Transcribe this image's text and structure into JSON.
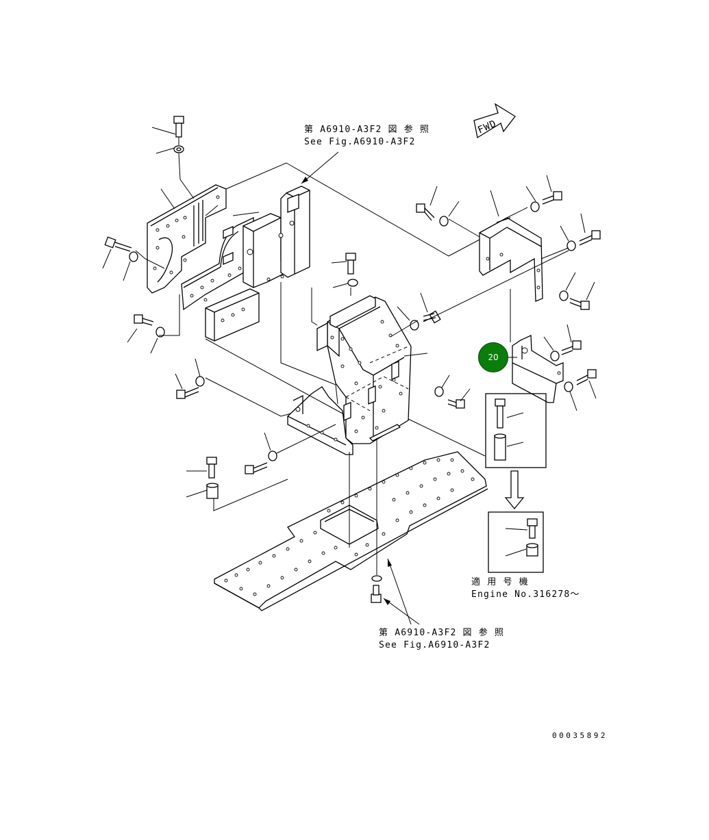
{
  "references": {
    "top": {
      "line_jp": "第 A6910-A3F2 図 参 照",
      "line_en": "See Fig.A6910-A3F2"
    },
    "bottom": {
      "line_jp": "第 A6910-A3F2 図 参 照",
      "line_en": "See Fig.A6910-A3F2"
    }
  },
  "direction_marker": {
    "text": "FWD"
  },
  "callouts": [
    {
      "number": "20"
    }
  ],
  "applicability": {
    "line_jp": "適 用 号 機",
    "line_en": "Engine No.316278～"
  },
  "drawing_number": "00035892"
}
